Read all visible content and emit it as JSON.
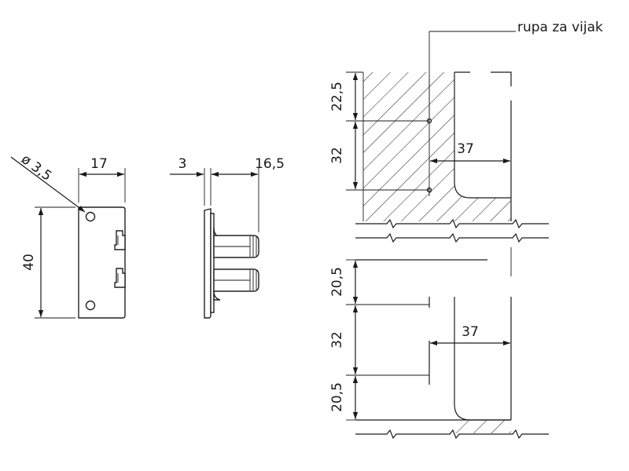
{
  "front_view": {
    "hole_diameter_label": "ø 3,5",
    "width_label": "17",
    "height_label": "40"
  },
  "side_view": {
    "thickness_label": "3",
    "depth_label": "16,5"
  },
  "upper_section": {
    "callout_label": "rupa za vijak",
    "top_offset_label": "22,5",
    "hole_spacing_label": "32",
    "edge_distance_label": "37"
  },
  "lower_section": {
    "top_offset_label": "20,5",
    "hole_spacing_label": "32",
    "bottom_offset_label": "20,5",
    "edge_distance_label": "37"
  }
}
